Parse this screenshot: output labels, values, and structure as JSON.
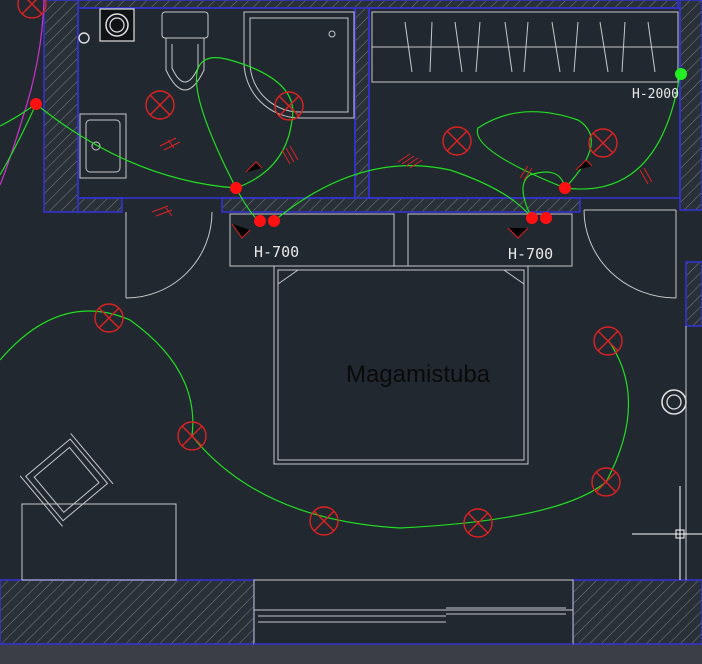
{
  "room": {
    "name": "Magamistuba"
  },
  "heights": {
    "socket_left": "H-700",
    "socket_right": "H-2000",
    "socket_mid": "H-700"
  },
  "colors": {
    "background": "#212830",
    "wall_outline": "#3333cc",
    "wiring": "#22dd22",
    "fixture": "#dd2222",
    "furniture": "#c8c8c8"
  },
  "fixtures": [
    {
      "type": "ceiling-lamp"
    },
    {
      "type": "ceiling-lamp"
    },
    {
      "type": "ceiling-lamp"
    },
    {
      "type": "ceiling-lamp"
    },
    {
      "type": "ceiling-lamp"
    },
    {
      "type": "ceiling-lamp"
    },
    {
      "type": "ceiling-lamp"
    },
    {
      "type": "ceiling-lamp"
    },
    {
      "type": "ceiling-lamp"
    },
    {
      "type": "ceiling-lamp"
    },
    {
      "type": "ceiling-lamp"
    }
  ]
}
